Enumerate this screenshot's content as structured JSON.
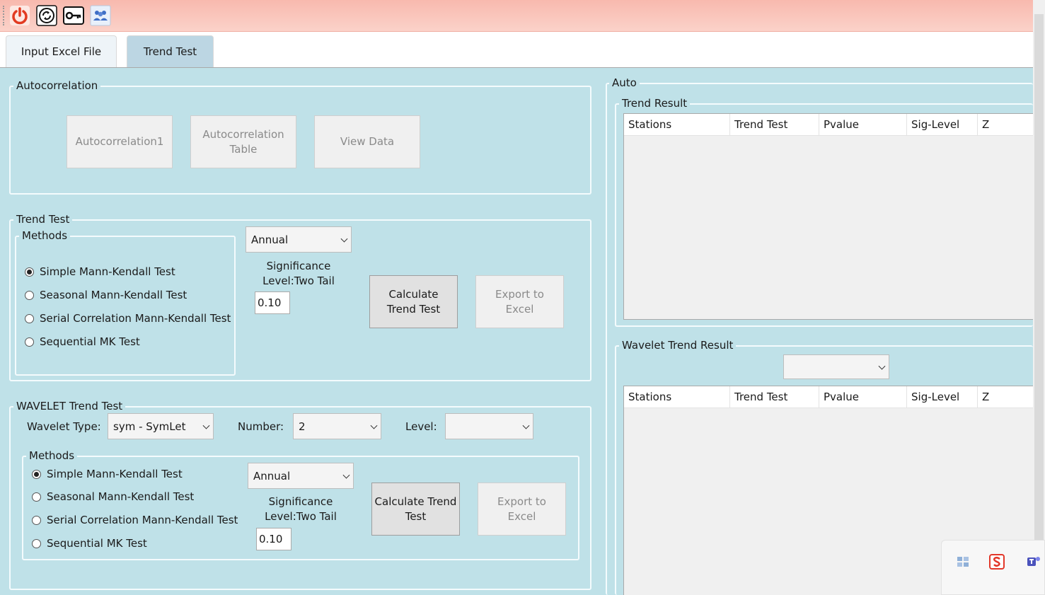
{
  "toolbar": {
    "icons": [
      "power-icon",
      "refresh-icon",
      "key-icon",
      "users-icon"
    ],
    "power_color": "#e23b22"
  },
  "tabs": [
    {
      "label": "Input Excel File",
      "selected": false
    },
    {
      "label": "Trend Test",
      "selected": true
    }
  ],
  "autocorrelation": {
    "title": "Autocorrelation",
    "buttons": [
      "Autocorrelation1",
      "Autocorrelation\nTable",
      "View Data"
    ]
  },
  "trend_test": {
    "title": "Trend Test",
    "methods_title": "Methods",
    "methods": [
      {
        "label": "Simple Mann-Kendall Test",
        "checked": true
      },
      {
        "label": "Seasonal Mann-Kendall Test",
        "checked": false
      },
      {
        "label": "Serial Correlation Mann-Kendall Test",
        "checked": false
      },
      {
        "label": "Sequential MK Test",
        "checked": false
      }
    ],
    "period": "Annual",
    "sig_label": "Significance\nLevel:Two Tail",
    "sig_value": "0.10",
    "calculate_label": "Calculate\nTrend Test",
    "export_label": "Export to\nExcel"
  },
  "wavelet": {
    "title": "WAVELET Trend Test",
    "type_label": "Wavelet Type:",
    "type_value": "sym - SymLet",
    "number_label": "Number:",
    "number_value": "2",
    "level_label": "Level:",
    "level_value": "",
    "methods_title": "Methods",
    "methods": [
      {
        "label": "Simple Mann-Kendall Test",
        "checked": true
      },
      {
        "label": "Seasonal Mann-Kendall Test",
        "checked": false
      },
      {
        "label": "Serial Correlation Mann-Kendall Test",
        "checked": false
      },
      {
        "label": "Sequential MK Test",
        "checked": false
      }
    ],
    "period": "Annual",
    "sig_label": "Significance\nLevel:Two Tail",
    "sig_value": "0.10",
    "calculate_label": "Calculate Trend\nTest",
    "export_label": "Export to\nExcel"
  },
  "results": {
    "auto_title": "Auto",
    "trend_result_title": "Trend Result",
    "wavelet_result_title": "Wavelet Trend Result",
    "wavelet_combo_value": "",
    "columns": [
      "Stations",
      "Trend Test",
      "Pvalue",
      "Sig-Level",
      "Z"
    ]
  },
  "tray_icons": [
    "network-icon",
    "sogou-s-icon",
    "teams-icon"
  ]
}
